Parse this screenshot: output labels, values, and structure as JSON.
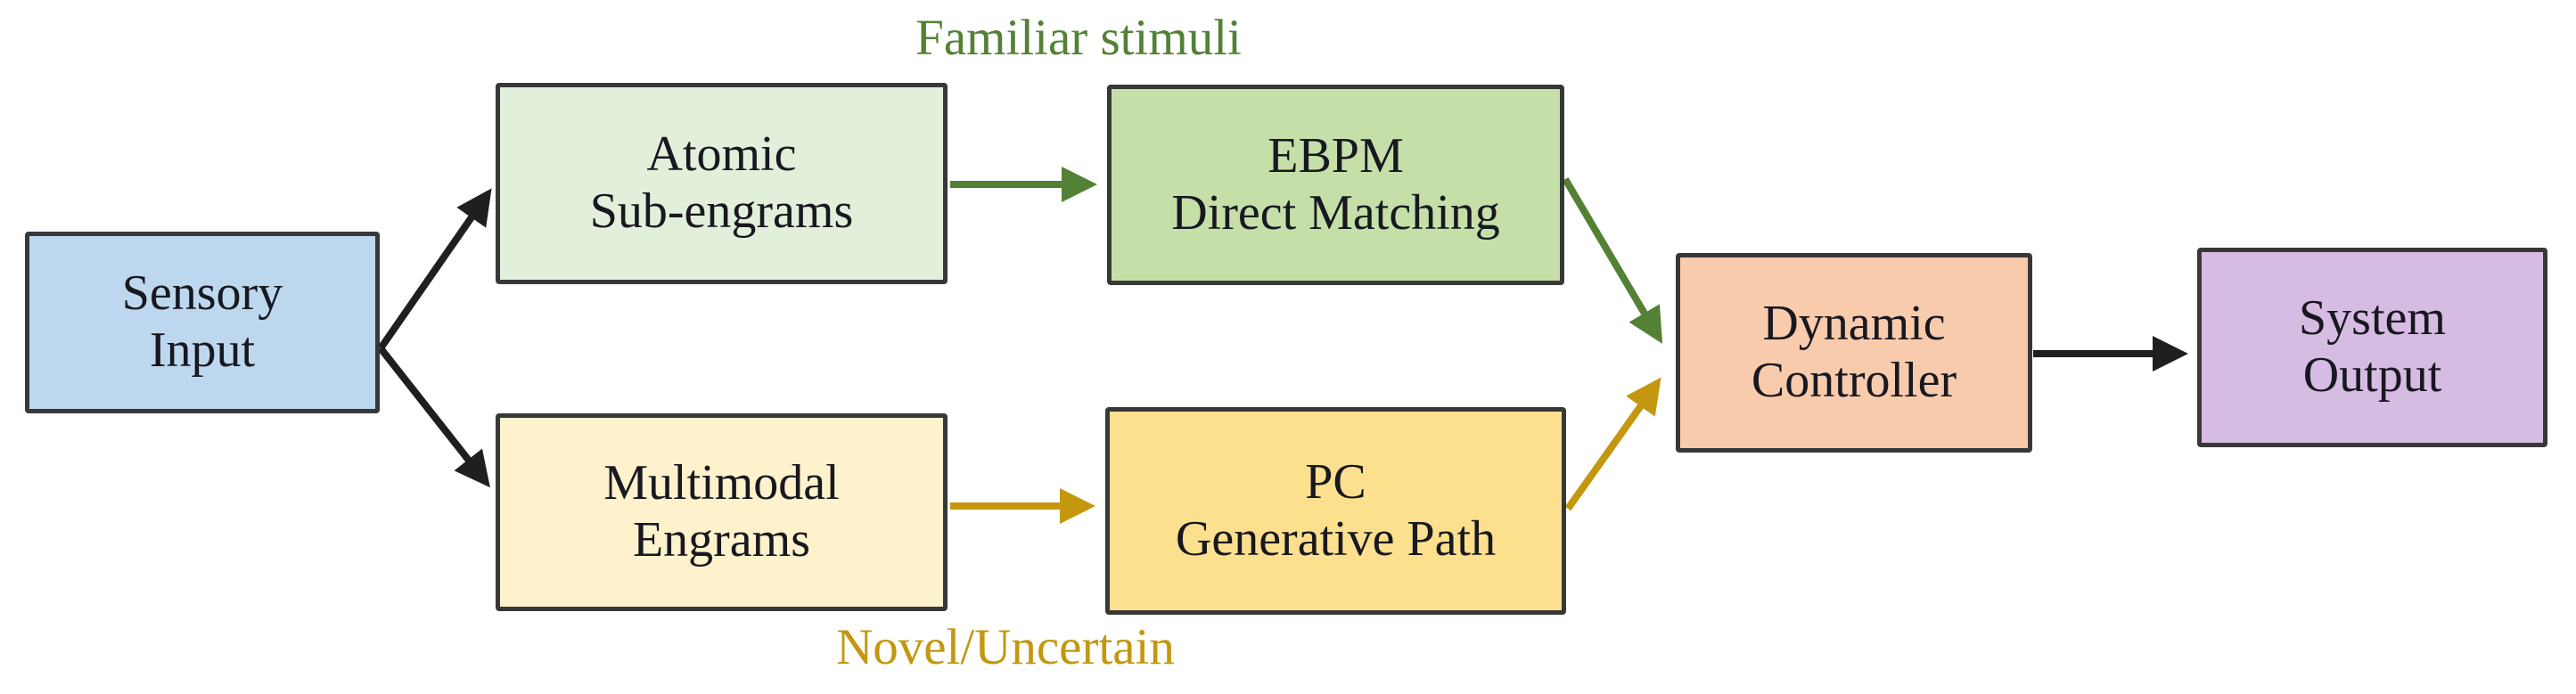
{
  "diagram": {
    "title": "Sensory processing dual-path flow diagram",
    "colors": {
      "black_edge": "#1f1f1f",
      "green": "#538135",
      "gold": "#c4970f",
      "node_border": "#383838",
      "node_text": "#181820"
    },
    "nodes": [
      {
        "id": "sensory-input",
        "label": "Sensory\nInput",
        "fill": "#bdd7ee"
      },
      {
        "id": "atomic-sub-engrams",
        "label": "Atomic\nSub-engrams",
        "fill": "#e2efda"
      },
      {
        "id": "ebpm-direct-matching",
        "label": "EBPM\nDirect Matching",
        "fill": "#c6dfa8"
      },
      {
        "id": "multimodal-engrams",
        "label": "Multimodal\nEngrams",
        "fill": "#fdf2cc"
      },
      {
        "id": "pc-generative-path",
        "label": "PC\nGenerative Path",
        "fill": "#fde08e"
      },
      {
        "id": "dynamic-controller",
        "label": "Dynamic\nController",
        "fill": "#f8cbad"
      },
      {
        "id": "system-output",
        "label": "System\nOutput",
        "fill": "#d6bce2"
      }
    ],
    "path_labels": {
      "familiar": "Familiar stimuli",
      "novel": "Novel/Uncertain"
    },
    "edges": [
      {
        "from": "sensory-input",
        "to": "atomic-sub-engrams",
        "color": "#1f1f1f"
      },
      {
        "from": "sensory-input",
        "to": "multimodal-engrams",
        "color": "#1f1f1f"
      },
      {
        "from": "atomic-sub-engrams",
        "to": "ebpm-direct-matching",
        "color": "#538135"
      },
      {
        "from": "multimodal-engrams",
        "to": "pc-generative-path",
        "color": "#c4970f"
      },
      {
        "from": "ebpm-direct-matching",
        "to": "dynamic-controller",
        "color": "#538135"
      },
      {
        "from": "pc-generative-path",
        "to": "dynamic-controller",
        "color": "#c4970f"
      },
      {
        "from": "dynamic-controller",
        "to": "system-output",
        "color": "#1f1f1f"
      }
    ]
  }
}
